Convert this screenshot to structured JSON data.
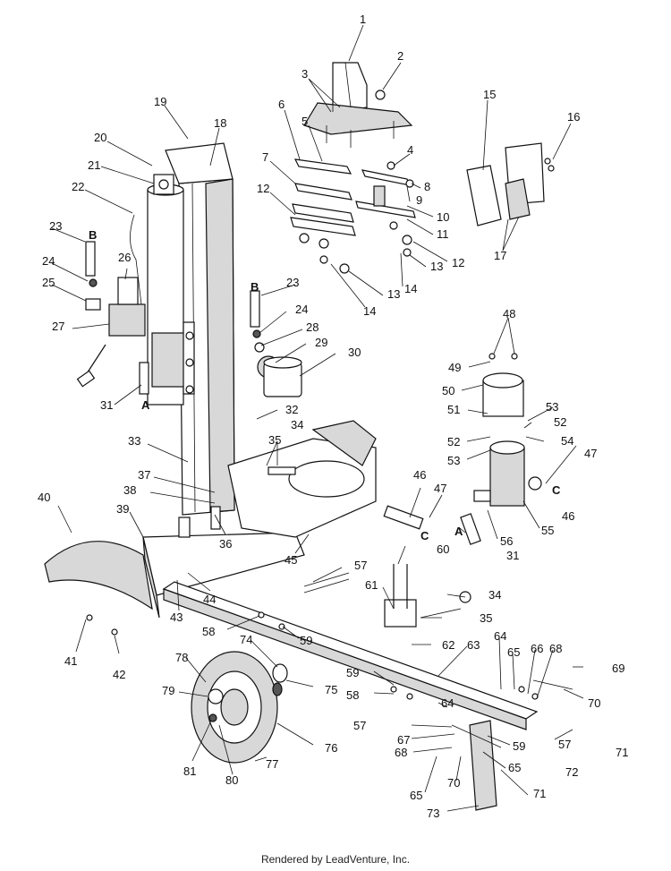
{
  "footer": "Rendered by LeadVenture, Inc.",
  "callouts": [
    "1",
    "2",
    "3",
    "4",
    "5",
    "6",
    "7",
    "8",
    "9",
    "10",
    "11",
    "12",
    "12",
    "13",
    "13",
    "14",
    "14",
    "15",
    "16",
    "17",
    "18",
    "19",
    "20",
    "21",
    "22",
    "23",
    "23",
    "24",
    "24",
    "25",
    "26",
    "27",
    "28",
    "29",
    "30",
    "31",
    "31",
    "32",
    "33",
    "34",
    "34",
    "35",
    "35",
    "36",
    "37",
    "38",
    "39",
    "40",
    "41",
    "42",
    "43",
    "44",
    "45",
    "46",
    "46",
    "47",
    "47",
    "48",
    "49",
    "50",
    "51",
    "52",
    "52",
    "53",
    "53",
    "54",
    "55",
    "56",
    "57",
    "57",
    "57",
    "58",
    "58",
    "59",
    "59",
    "59",
    "60",
    "61",
    "62",
    "63",
    "64",
    "64",
    "65",
    "65",
    "65",
    "66",
    "67",
    "68",
    "68",
    "69",
    "70",
    "70",
    "71",
    "71",
    "72",
    "73",
    "74",
    "75",
    "76",
    "77",
    "78",
    "79",
    "80",
    "81"
  ],
  "connectors": [
    "A",
    "A",
    "B",
    "B",
    "C",
    "C"
  ]
}
